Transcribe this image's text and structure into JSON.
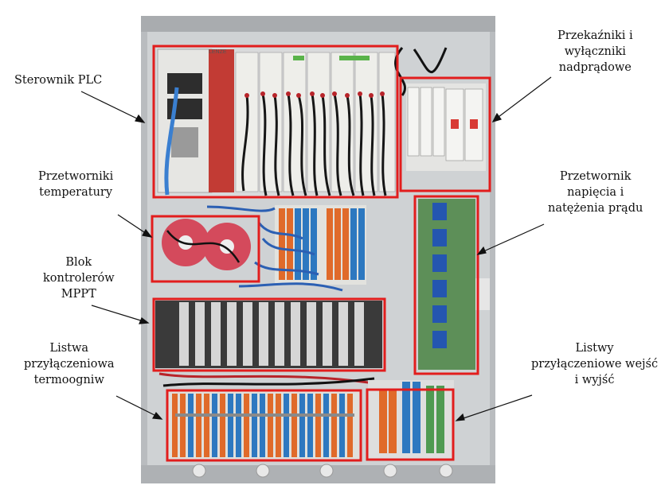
{
  "labels": {
    "plc": [
      "Sterownik PLC"
    ],
    "temp_transducers": [
      "Przetworniki",
      "temperatury"
    ],
    "mppt": [
      "Blok",
      "kontrolerów",
      "MPPT"
    ],
    "thermo_strip": [
      "Listwa",
      "przyłączeniowa",
      "termoogniw"
    ],
    "relays": [
      "Przekaźniki i",
      "wyłączniki",
      "nadprądowe"
    ],
    "vi_transducer": [
      "Przetwornik",
      "napięcia i",
      "natężenia prądu"
    ],
    "io_strips": [
      "Listwy",
      "przyłączeniowe wejść",
      "i wyjść"
    ],
    "plc_brand": "LENZE"
  },
  "colors": {
    "highlight": "#e21d1d",
    "cabinet": "#c9cbcd",
    "terminal_orange": "#e06a2a",
    "terminal_blue": "#2d78c0",
    "wire_blue": "#2b5fb3"
  }
}
